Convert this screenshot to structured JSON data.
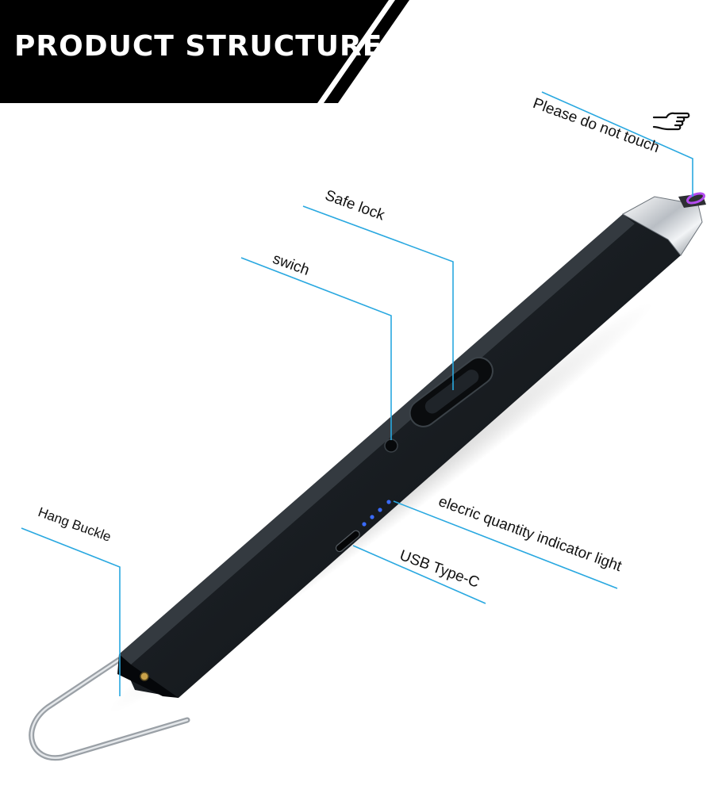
{
  "banner": {
    "title": "PRODUCT STRUCTURE"
  },
  "labels": {
    "please_do_not_touch": "Please do not touch",
    "safe_lock": "Safe lock",
    "switch": "swich",
    "hang_buckle": "Hang Buckle",
    "indicator_light": "elecric quantity indicator light",
    "usb": "USB Type-C"
  },
  "icons": {
    "touch_warning": "pointing-hand-icon"
  },
  "colors": {
    "callout_line": "#29a8e0",
    "banner_bg": "#000000",
    "banner_text": "#ffffff",
    "body": "#15191d",
    "indicator": "#3a6bff",
    "arc": "#b44cf0"
  }
}
